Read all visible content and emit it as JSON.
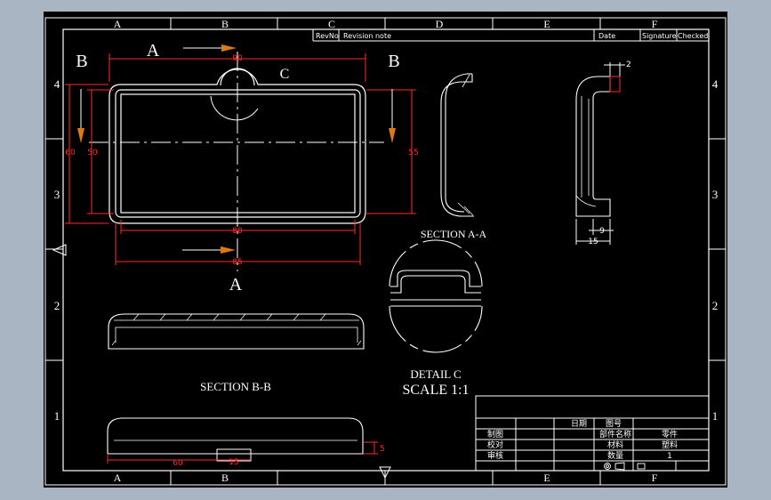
{
  "frame": {
    "columns": [
      "A",
      "B",
      "C",
      "D",
      "E",
      "F"
    ],
    "rows": [
      "4",
      "3",
      "2",
      "1"
    ]
  },
  "revision_table": {
    "rev_no": "RevNo",
    "revision_note": "Revision note",
    "date": "Date",
    "signature": "Signature",
    "checked": "Checked"
  },
  "labels": {
    "section_a": "A",
    "section_b": "B",
    "detail_c": "C",
    "section_aa_title": "SECTION A-A",
    "section_bb_title": "SECTION B-B",
    "detail_c_title": "DETAIL C",
    "scale": "SCALE 1:1"
  },
  "dimensions": {
    "top_width": "90",
    "inner_width": "80",
    "outer_width": "85",
    "left_height_outer": "60",
    "left_height_inner": "50",
    "right_height": "55",
    "aa_wall": "2",
    "aa_depth": "9",
    "aa_width": "15",
    "bb_length": "60",
    "bb_slot": "15",
    "bb_height": "5"
  },
  "title_block": {
    "date_label": "日期",
    "drawing_no": "图号",
    "drawn": "制图",
    "part_name_label": "部件名称",
    "part_name_value": "零件",
    "checked": "校对",
    "material_label": "材料",
    "material_value": "塑料",
    "approved": "审核",
    "quantity_label": "数量",
    "quantity_value": "1"
  },
  "colors": {
    "background": "#000000",
    "window": "#a9b5c2",
    "lines": "#ffffff",
    "dimensions": "#ff2a2a",
    "arrows": "#e07a10"
  }
}
